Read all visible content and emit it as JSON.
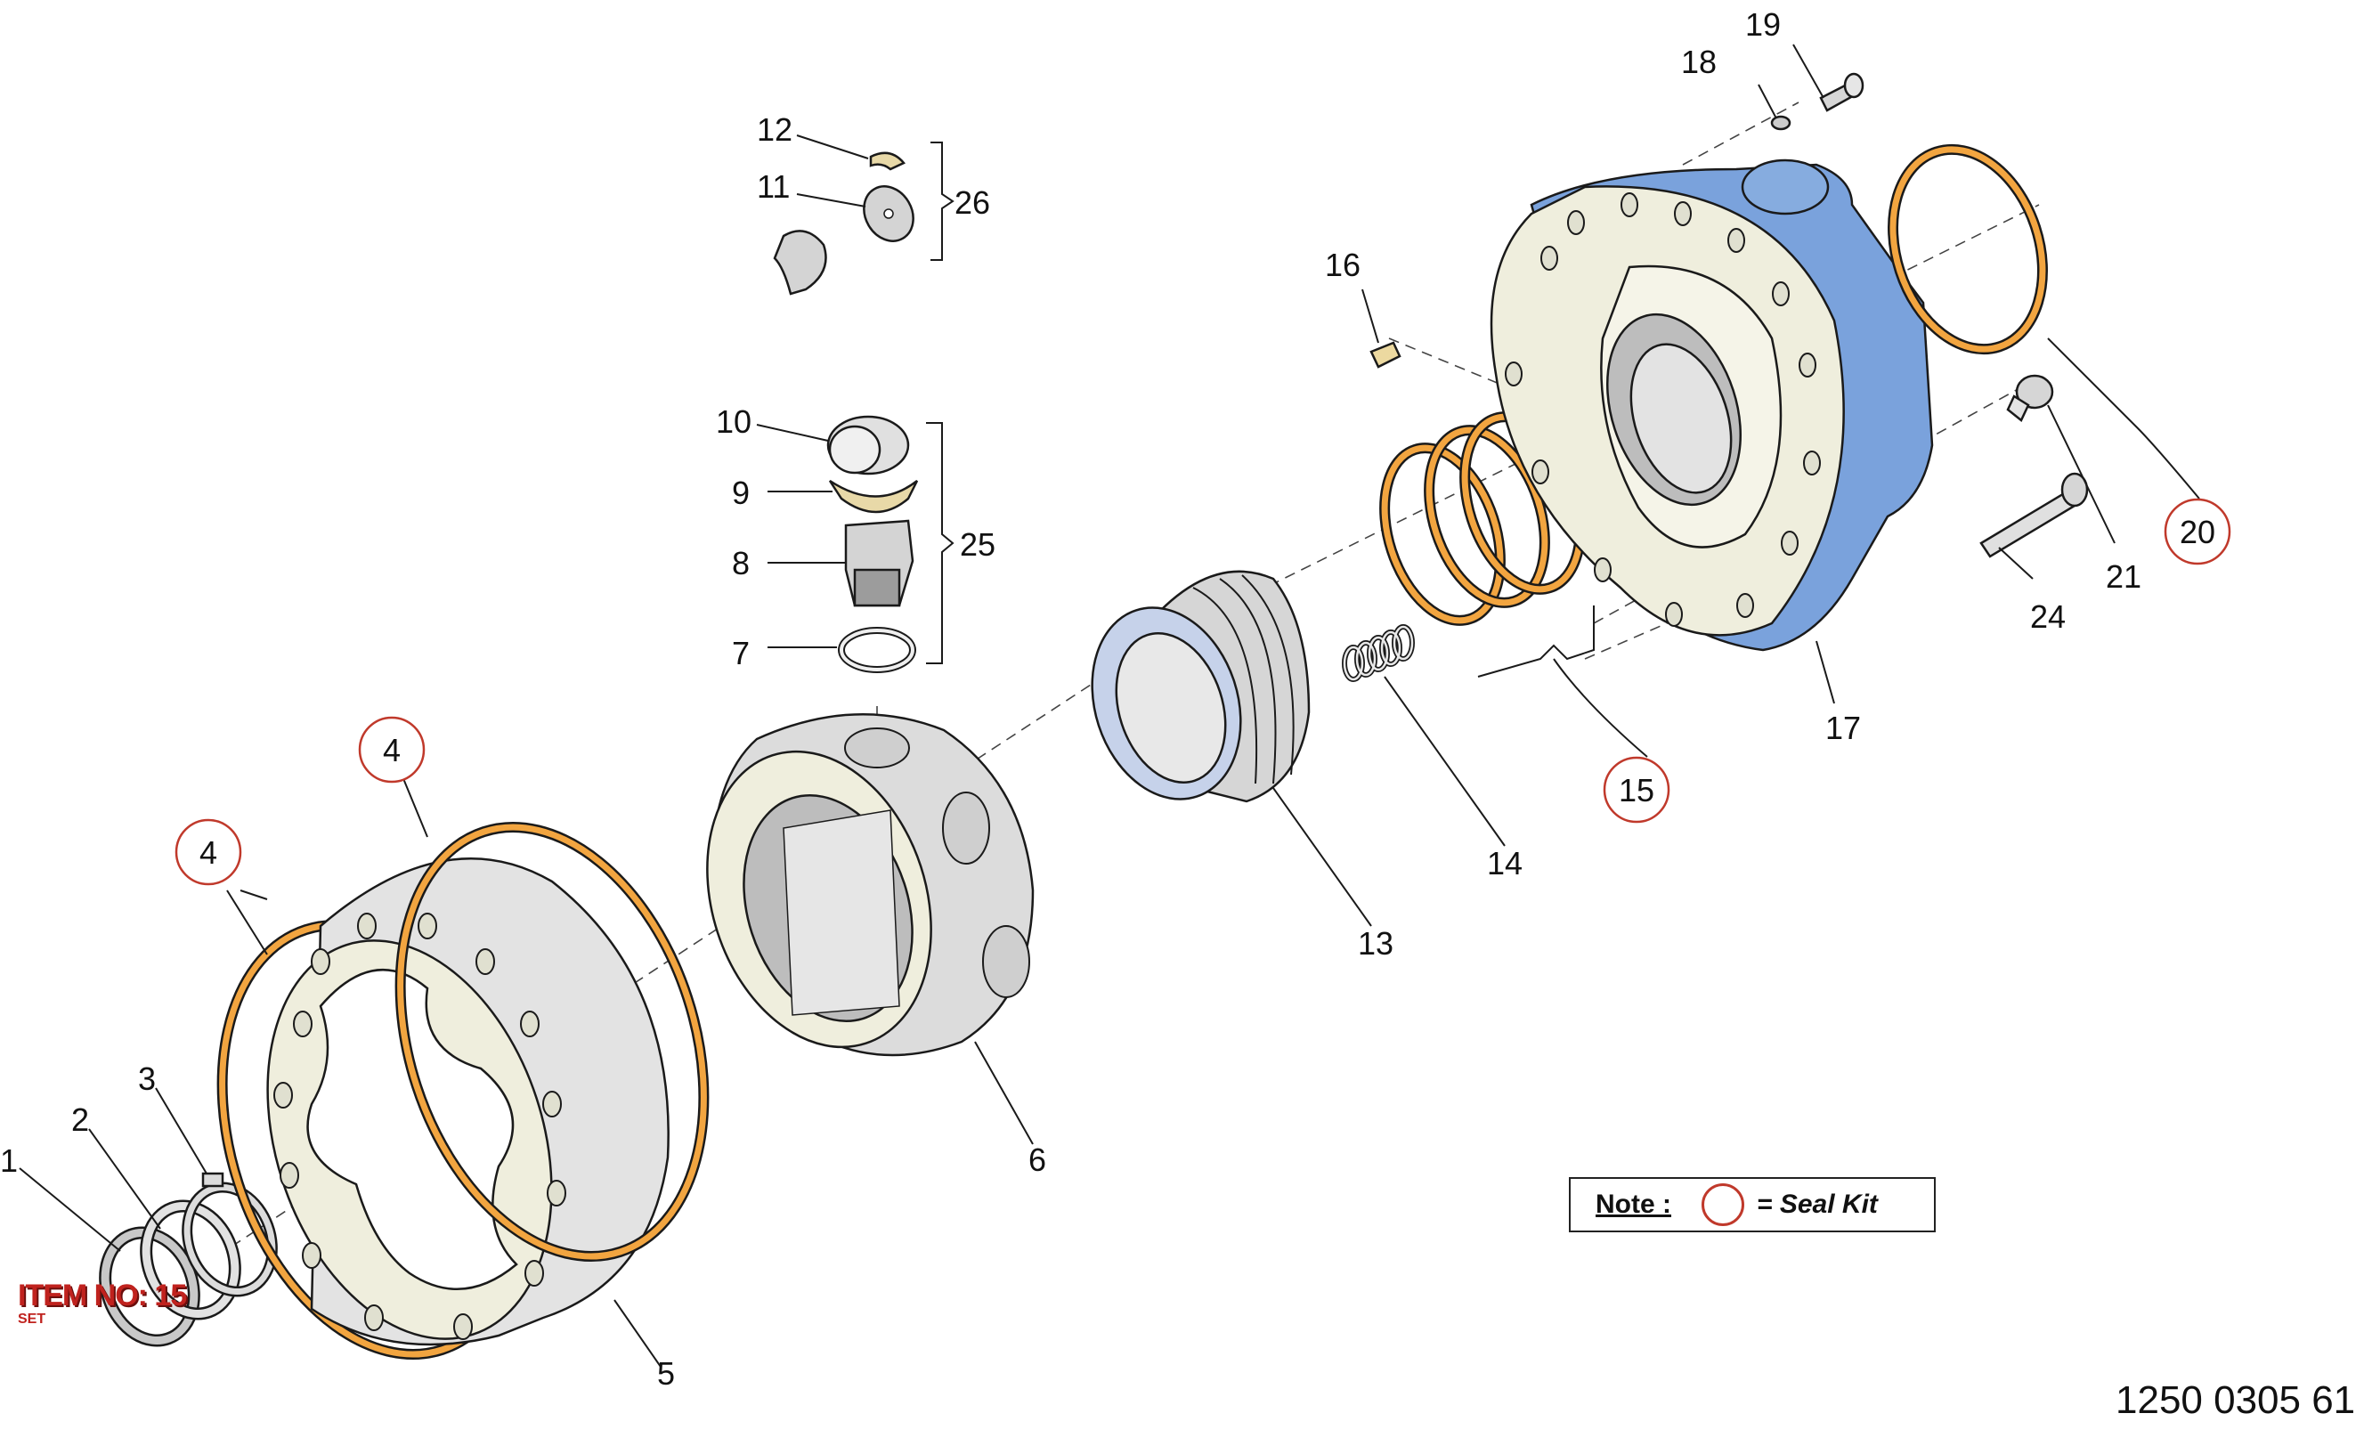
{
  "labels": {
    "p1": "1",
    "p2": "2",
    "p3": "3",
    "p4a": "4",
    "p4b": "4",
    "p5": "5",
    "p6": "6",
    "p7": "7",
    "p8": "8",
    "p9": "9",
    "p10": "10",
    "p11": "11",
    "p12": "12",
    "p13": "13",
    "p14": "14",
    "p15": "15",
    "p16": "16",
    "p17": "17",
    "p18": "18",
    "p19": "19",
    "p20": "20",
    "p21": "21",
    "p24": "24",
    "p25": "25",
    "p26": "26"
  },
  "note": {
    "label": "Note :",
    "text": "= Seal Kit"
  },
  "stamp": {
    "main": "ITEM NO: 15",
    "sub": "SET"
  },
  "drawing_number": "1250 0305 61",
  "colors": {
    "housing_blue": "#7aa2dc",
    "oring_orange": "#f2a540",
    "part_grey": "#d9d9d9",
    "part_cream": "#efeedd",
    "seal_kit_circle": "#c0392b",
    "stamp_red": "#c0221e"
  }
}
